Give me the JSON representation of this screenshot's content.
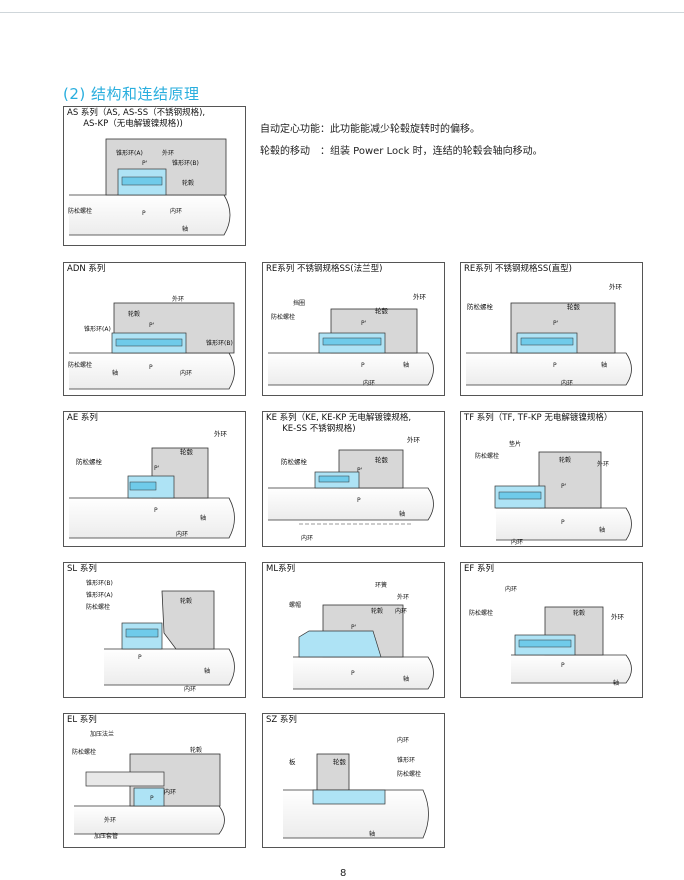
{
  "section_title": "(2) 结构和连结原理",
  "intro": {
    "line1": "自动定心功能：此功能能减少轮毂旋转时的偏移。",
    "line2": "轮毂的移动　：组装 Power Lock 时，连结的轮毂会轴向移动。"
  },
  "labels": {
    "hub": "轮毂",
    "shaft": "轴",
    "inner_ring": "内环",
    "outer_ring": "外环",
    "anti_loose_bolt": "防松螺栓",
    "taper_ring_a": "锥形环(A)",
    "taper_ring_b": "锥形环(B)",
    "taper_ring": "锥形环",
    "stop_ring": "挡圈",
    "shim": "垫片",
    "spring": "环簧",
    "nut": "螺帽",
    "plate": "板",
    "press_flange": "加压法兰",
    "press_sleeve": "加压套管",
    "p": "P",
    "p_prime": "P'"
  },
  "panels": [
    {
      "id": "as",
      "title": "AS 系列（AS, AS-SS（不锈钢规格),\n      AS-KP（无电解镀镍规格))"
    },
    {
      "id": "adn",
      "title": "ADN 系列"
    },
    {
      "id": "re-flange",
      "title": "RE系列 不锈钢规格SS(法兰型)"
    },
    {
      "id": "re-straight",
      "title": "RE系列 不锈钢规格SS(直型)"
    },
    {
      "id": "ae",
      "title": "AE 系列"
    },
    {
      "id": "ke",
      "title": "KE 系列（KE, KE-KP 无电解镀镍规格,\n      KE-SS 不锈钢规格)"
    },
    {
      "id": "tf",
      "title": "TF 系列（TF, TF-KP 无电解镀镍规格）"
    },
    {
      "id": "sl",
      "title": "SL 系列"
    },
    {
      "id": "ml",
      "title": "ML系列"
    },
    {
      "id": "ef",
      "title": "EF 系列"
    },
    {
      "id": "el",
      "title": "EL 系列"
    },
    {
      "id": "sz",
      "title": "SZ 系列"
    }
  ],
  "page_number": "8"
}
